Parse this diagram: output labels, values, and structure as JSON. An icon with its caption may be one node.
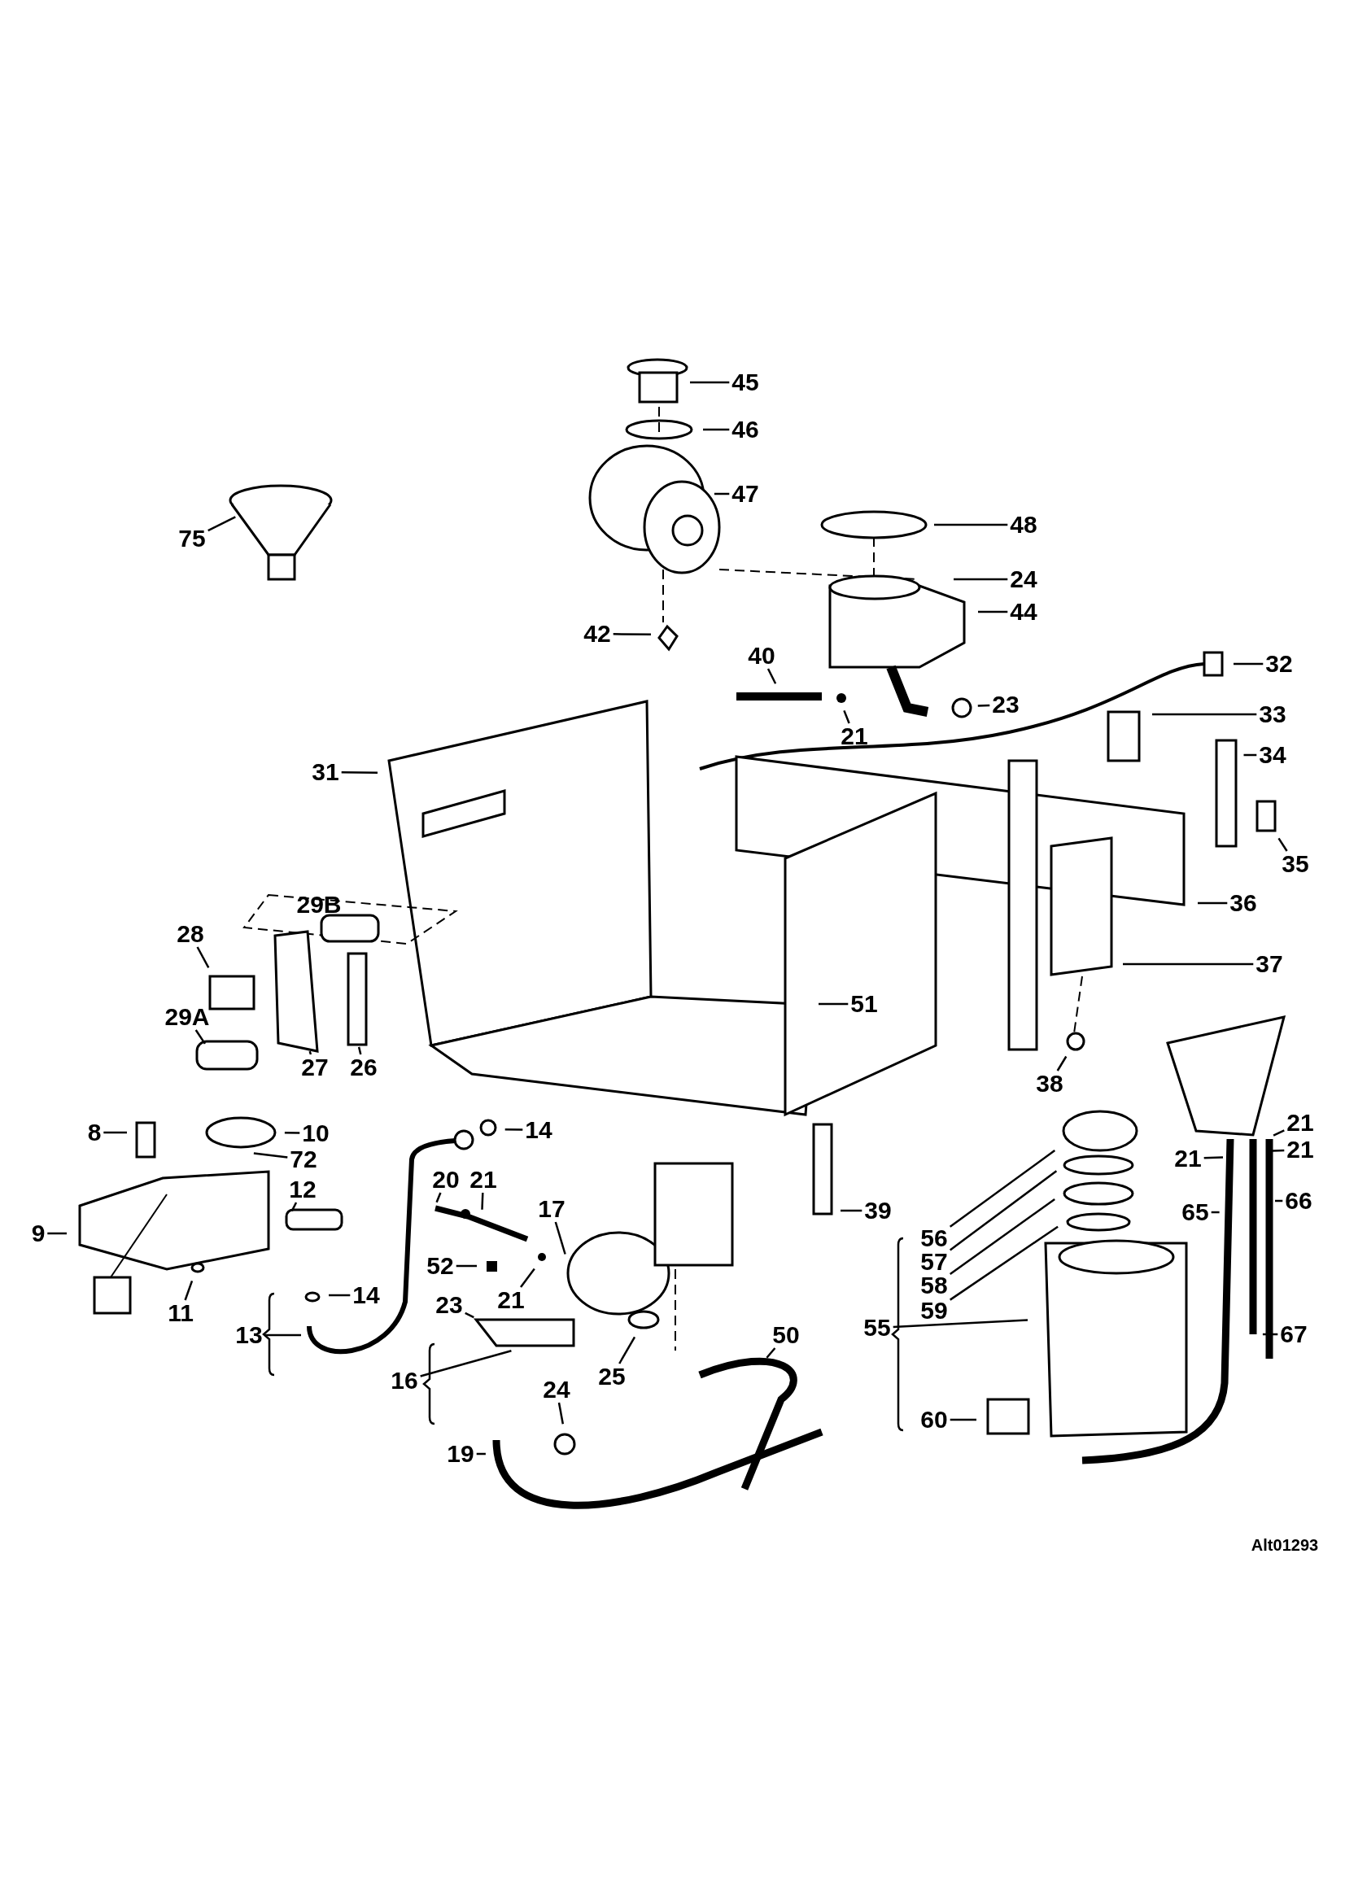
{
  "diagram": {
    "nodes": [
      {
        "text": [
          "45"
        ]
      },
      {
        "text": [
          "46"
        ]
      },
      {
        "text": [
          "47"
        ]
      },
      {
        "text": [
          "75"
        ]
      },
      {
        "text": [
          "48"
        ]
      },
      {
        "text": [
          "24"
        ]
      },
      {
        "text": [
          "44"
        ]
      },
      {
        "text": [
          "42"
        ]
      },
      {
        "text": [
          "40"
        ]
      },
      {
        "text": [
          "21"
        ]
      },
      {
        "text": [
          "23"
        ]
      },
      {
        "text": [
          "32"
        ]
      },
      {
        "text": [
          "33"
        ]
      },
      {
        "text": [
          "34"
        ]
      },
      {
        "text": [
          "31"
        ]
      },
      {
        "text": [
          "35"
        ]
      },
      {
        "text": [
          "36"
        ]
      },
      {
        "text": [
          "37"
        ]
      },
      {
        "text": [
          "28"
        ]
      },
      {
        "text": [
          "29A"
        ]
      },
      {
        "text": [
          "27"
        ]
      },
      {
        "text": [
          "26"
        ]
      },
      {
        "text": [
          "51"
        ]
      },
      {
        "text": [
          "38"
        ]
      },
      {
        "text": [
          "8"
        ]
      },
      {
        "text": [
          "10"
        ]
      },
      {
        "text": [
          "14"
        ]
      },
      {
        "text": [
          "72"
        ]
      },
      {
        "text": [
          "12"
        ]
      },
      {
        "text": [
          "9"
        ]
      },
      {
        "text": [
          "20"
        ]
      },
      {
        "text": [
          "21"
        ]
      },
      {
        "text": [
          "39"
        ]
      },
      {
        "text": [
          "17"
        ]
      },
      {
        "text": [
          "52"
        ]
      },
      {
        "text": [
          "21"
        ]
      },
      {
        "text": [
          "11"
        ]
      },
      {
        "text": [
          "14"
        ]
      },
      {
        "text": [
          "23"
        ]
      },
      {
        "text": [
          "56"
        ]
      },
      {
        "text": [
          "13"
        ]
      },
      {
        "text": [
          "57"
        ]
      },
      {
        "text": [
          "58"
        ]
      },
      {
        "text": [
          "25"
        ]
      },
      {
        "text": [
          "59"
        ]
      },
      {
        "text": [
          "50"
        ]
      },
      {
        "text": [
          "16"
        ]
      },
      {
        "text": [
          "55"
        ]
      },
      {
        "text": [
          "24"
        ]
      },
      {
        "text": [
          "60"
        ]
      },
      {
        "text": [
          "21"
        ]
      },
      {
        "text": [
          "21"
        ]
      },
      {
        "text": [
          "21"
        ]
      },
      {
        "text": [
          "65"
        ]
      },
      {
        "text": [
          "66"
        ]
      },
      {
        "text": [
          "67"
        ]
      },
      {
        "text": [
          "19"
        ]
      }
    ],
    "edges": [
      {
        "from": 0,
        "to": null,
        "arrow": "none"
      },
      {
        "from": 1,
        "to": null,
        "arrow": "none"
      },
      {
        "from": 2,
        "to": null,
        "arrow": "none"
      },
      {
        "from": 3,
        "to": null,
        "arrow": "none"
      },
      {
        "from": 4,
        "to": null,
        "arrow": "none"
      },
      {
        "from": 5,
        "to": null,
        "arrow": "none"
      },
      {
        "from": 6,
        "to": null,
        "arrow": "none"
      },
      {
        "from": 7,
        "to": null,
        "arrow": "none"
      },
      {
        "from": 8,
        "to": null,
        "arrow": "none"
      },
      {
        "from": 9,
        "to": null,
        "arrow": "none"
      },
      {
        "from": 10,
        "to": null,
        "arrow": "none"
      },
      {
        "from": 11,
        "to": null,
        "arrow": "none"
      },
      {
        "from": 12,
        "to": null,
        "arrow": "none"
      },
      {
        "from": 13,
        "to": null,
        "arrow": "none"
      },
      {
        "from": 14,
        "to": null,
        "arrow": "none"
      },
      {
        "from": 15,
        "to": null,
        "arrow": "none"
      },
      {
        "from": 16,
        "to": null,
        "arrow": "none"
      },
      {
        "from": 17,
        "to": null,
        "arrow": "none"
      },
      {
        "from": 18,
        "to": null,
        "arrow": "none"
      },
      {
        "from": 19,
        "to": null,
        "arrow": "none"
      },
      {
        "from": 20,
        "to": null,
        "arrow": "none"
      },
      {
        "from": 21,
        "to": null,
        "arrow": "none"
      },
      {
        "from": 22,
        "to": null,
        "arrow": "none"
      },
      {
        "from": 23,
        "to": null,
        "arrow": "none"
      },
      {
        "from": 24,
        "to": null,
        "arrow": "none"
      },
      {
        "from": 25,
        "to": null,
        "arrow": "none"
      },
      {
        "from": 26,
        "to": null,
        "arrow": "none"
      },
      {
        "from": 27,
        "to": null,
        "arrow": "none"
      },
      {
        "from": 28,
        "to": null,
        "arrow": "none"
      },
      {
        "from": 29,
        "to": null,
        "arrow": "none"
      },
      {
        "from": 30,
        "to": null,
        "arrow": "none"
      },
      {
        "from": 31,
        "to": null,
        "arrow": "none"
      },
      {
        "from": 32,
        "to": null,
        "arrow": "none"
      },
      {
        "from": 33,
        "to": null,
        "arrow": "none"
      },
      {
        "from": 34,
        "to": null,
        "arrow": "none"
      },
      {
        "from": 35,
        "to": null,
        "arrow": "none"
      },
      {
        "from": 36,
        "to": null,
        "arrow": "none"
      },
      {
        "from": 37,
        "to": null,
        "arrow": "none"
      },
      {
        "from": 38,
        "to": null,
        "arrow": "none"
      },
      {
        "from": 39,
        "to": null,
        "arrow": "none"
      },
      {
        "from": 40,
        "to": null,
        "arrow": "none"
      },
      {
        "from": 41,
        "to": null,
        "arrow": "none"
      },
      {
        "from": 42,
        "to": null,
        "arrow": "none"
      },
      {
        "from": 43,
        "to": null,
        "arrow": "none"
      },
      {
        "from": 44,
        "to": null,
        "arrow": "none"
      },
      {
        "from": 45,
        "to": null,
        "arrow": "none"
      },
      {
        "from": 46,
        "to": null,
        "arrow": "none"
      },
      {
        "from": 47,
        "to": null,
        "arrow": "none"
      },
      {
        "from": 48,
        "to": null,
        "arrow": "none"
      },
      {
        "from": 49,
        "to": null,
        "arrow": "none"
      },
      {
        "from": 50,
        "to": null,
        "arrow": "none"
      },
      {
        "from": 51,
        "to": null,
        "arrow": "none"
      },
      {
        "from": 52,
        "to": null,
        "arrow": "none"
      },
      {
        "from": 53,
        "to": null,
        "arrow": "none"
      },
      {
        "from": 54,
        "to": null,
        "arrow": "none"
      },
      {
        "from": 55,
        "to": null,
        "arrow": "none"
      },
      {
        "from": 56,
        "to": null,
        "arrow": "none"
      }
    ],
    "labels": [
      "29B",
      "Alt01293"
    ]
  }
}
